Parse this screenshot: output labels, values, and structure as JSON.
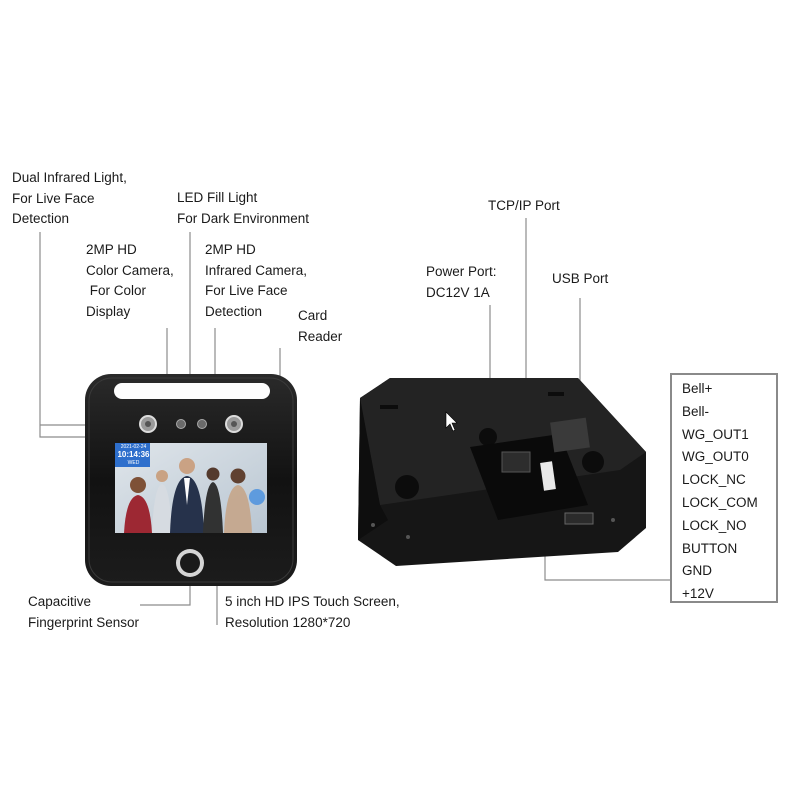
{
  "labels": {
    "dual_ir": [
      "Dual Infrared Light,",
      "For Live Face",
      "Detection"
    ],
    "led_fill": [
      "LED Fill Light",
      "For Dark Environment"
    ],
    "color_cam": [
      "2MP HD",
      "Color Camera,",
      " For Color",
      "Display"
    ],
    "ir_cam": [
      "2MP HD",
      "Infrared Camera,",
      "For Live Face",
      "Detection"
    ],
    "card_reader": [
      "Card",
      "Reader"
    ],
    "fingerprint": [
      "Capacitive",
      "Fingerprint Sensor"
    ],
    "screen": [
      "5 inch HD IPS Touch Screen,",
      "Resolution 1280*720"
    ],
    "tcpip": [
      "TCP/IP Port"
    ],
    "power": [
      "Power Port:",
      "DC12V 1A"
    ],
    "usb": [
      "USB Port"
    ]
  },
  "pins": [
    "Bell+",
    "Bell-",
    "WG_OUT1",
    "WG_OUT0",
    "LOCK_NC",
    "LOCK_COM",
    "LOCK_NO",
    "BUTTON",
    "GND",
    "+12V"
  ],
  "screen_ui": {
    "date": "2021-02-24",
    "time": "10:14:36",
    "day": "WED"
  },
  "colors": {
    "device_body": "#161616",
    "screen_header": "#2e6fcc",
    "leader_line": "#8c8c8c",
    "pin_border": "#8a8a8a"
  }
}
